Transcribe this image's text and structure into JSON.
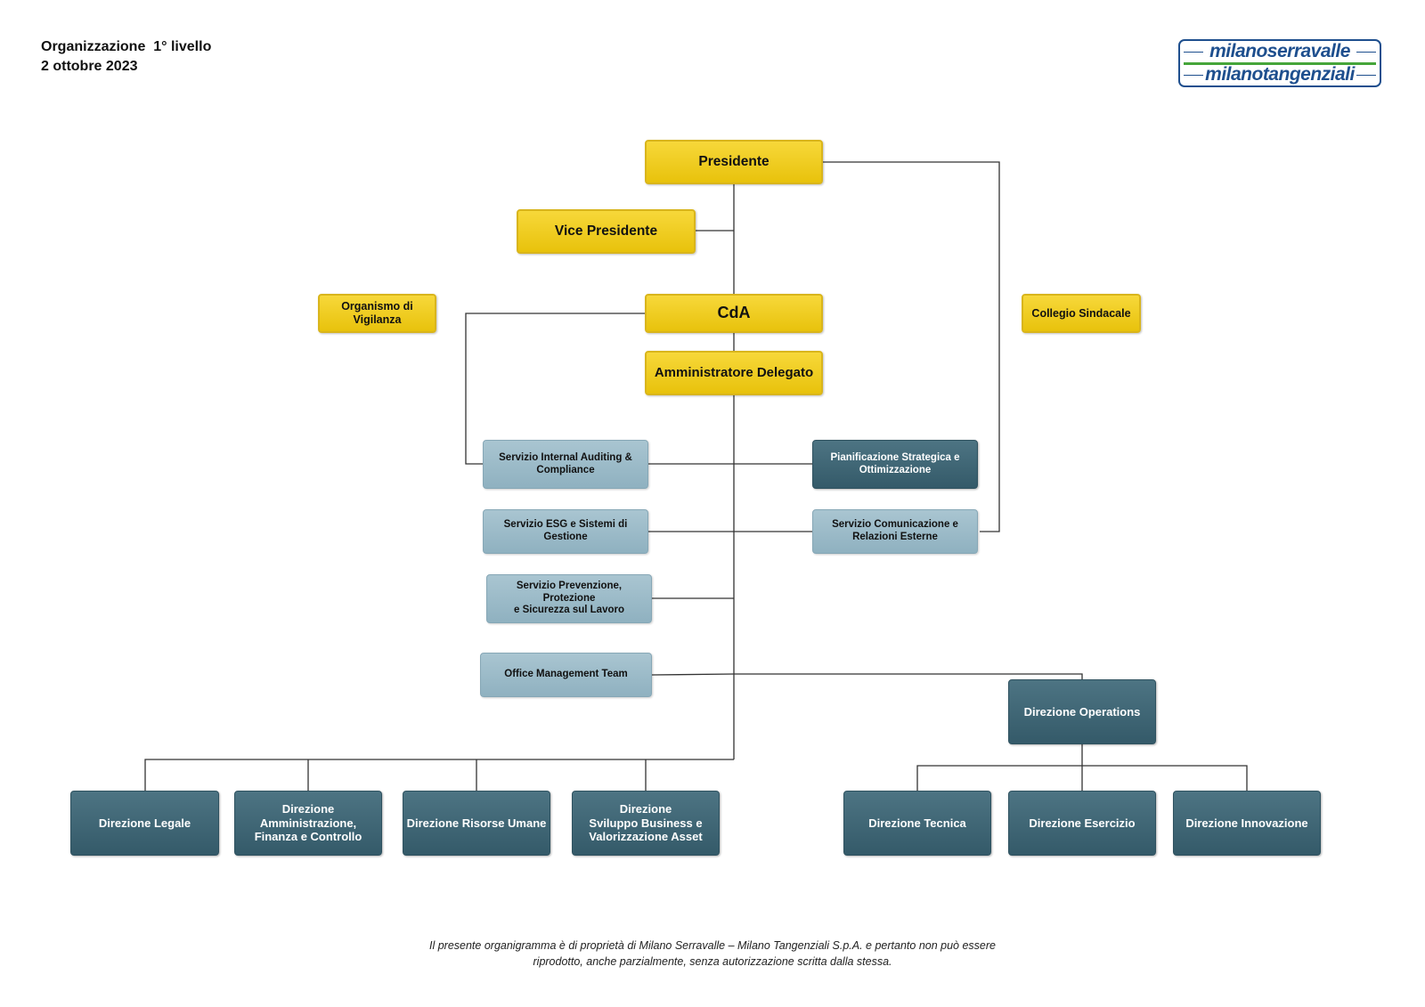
{
  "header": {
    "title_line1": "Organizzazione  1° livello",
    "title_line2": "2 ottobre 2023"
  },
  "logo": {
    "line1": "milanoserravalle",
    "line2": "milanotangenziali",
    "colors": {
      "blue": "#1e4f8e",
      "green": "#45a53a"
    }
  },
  "nodes": {
    "presidente": "Presidente",
    "vice_presidente": "Vice Presidente",
    "organismo_vigilanza": [
      "Organismo di",
      "Vigilanza"
    ],
    "cda": "CdA",
    "collegio_sindacale": "Collegio Sindacale",
    "amministratore_delegato": "Amministratore Delegato",
    "internal_auditing": [
      "Servizio Internal Auditing &",
      "Compliance"
    ],
    "pianificazione": [
      "Pianificazione Strategica e",
      "Ottimizzazione"
    ],
    "esg": [
      "Servizio ESG e Sistemi di",
      "Gestione"
    ],
    "comunicazione": [
      "Servizio Comunicazione e",
      "Relazioni Esterne"
    ],
    "prevenzione": [
      "Servizio Prevenzione, Protezione",
      "e Sicurezza sul Lavoro"
    ],
    "office_management": "Office Management Team",
    "direzione_operations": "Direzione Operations",
    "direzione_legale": "Direzione Legale",
    "direzione_amministrazione": [
      "Direzione",
      "Amministrazione,",
      "Finanza e Controllo"
    ],
    "direzione_risorse_umane": "Direzione Risorse Umane",
    "direzione_sviluppo": [
      "Direzione",
      "Sviluppo Business e",
      "Valorizzazione Asset"
    ],
    "direzione_tecnica": "Direzione Tecnica",
    "direzione_esercizio": "Direzione Esercizio",
    "direzione_innovazione": "Direzione Innovazione"
  },
  "colors": {
    "governance_yellow": "#f2cf25",
    "staff_light_blue": "#9dbccb",
    "direction_dark_teal": "#3f6675",
    "connector": "#333333"
  },
  "footer": {
    "line1": "Il presente organigramma è di proprietà di Milano Serravalle – Milano Tangenziali S.p.A. e pertanto non può essere",
    "line2": "riprodotto, anche parzialmente, senza autorizzazione scritta dalla stessa."
  }
}
